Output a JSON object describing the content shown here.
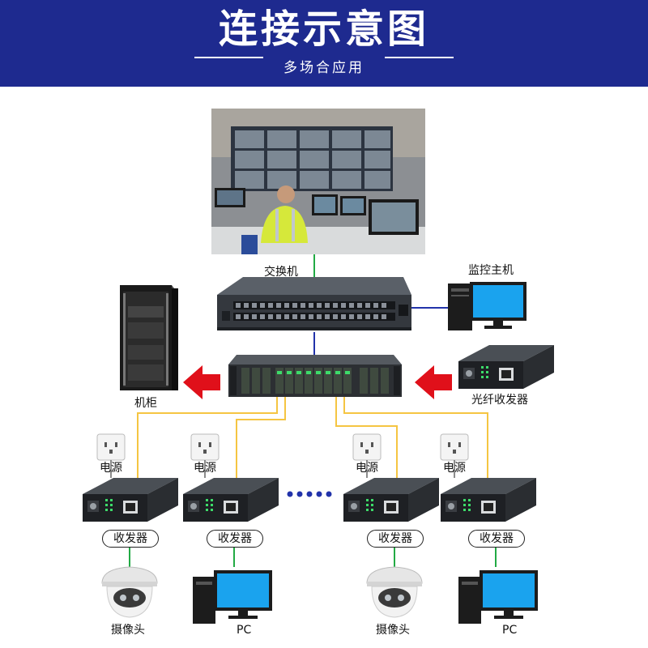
{
  "header": {
    "title": "连接示意图",
    "subtitle": "多场合应用"
  },
  "labels": {
    "switch": "交换机",
    "monitor_host": "监控主机",
    "cabinet": "机柜",
    "fiber_transceiver": "光纤收发器",
    "power_1": "电源",
    "power_2": "电源",
    "power_3": "电源",
    "power_4": "电源",
    "transceiver_1": "收发器",
    "transceiver_2": "收发器",
    "transceiver_3": "收发器",
    "transceiver_4": "收发器",
    "camera_1": "摄像头",
    "pc_1": "PC",
    "camera_2": "摄像头",
    "pc_2": "PC"
  },
  "colors": {
    "header_bg": "#1e2a8f",
    "fiber_line": "#f5c542",
    "ethernet_line": "#22aa44",
    "uplink_line": "#2233aa",
    "arrow": "#e0101a",
    "screen": "#1aa3ee",
    "device_dark": "#2a2a2a"
  }
}
